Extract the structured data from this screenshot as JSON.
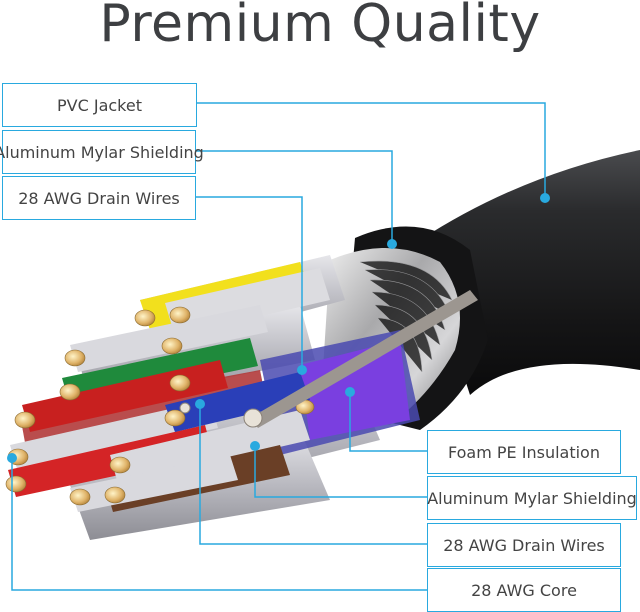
{
  "title": "Premium Quality",
  "labels": {
    "left": [
      "PVC Jacket",
      "Aluminum Mylar Shielding",
      "28 AWG Drain Wires"
    ],
    "right": [
      "Foam PE Insulation",
      "Aluminum Mylar Shielding",
      "28 AWG Drain Wires",
      "28 AWG Core"
    ]
  },
  "colors": {
    "accent": "#29a9df",
    "jacket": "#1c1c1e",
    "text": "#444444"
  },
  "wire_colors": [
    "#f2e01d",
    "#1f8a3c",
    "#c8201f",
    "#d42426",
    "#6a3f26",
    "#2a3fb8",
    "#7a3fe0"
  ]
}
